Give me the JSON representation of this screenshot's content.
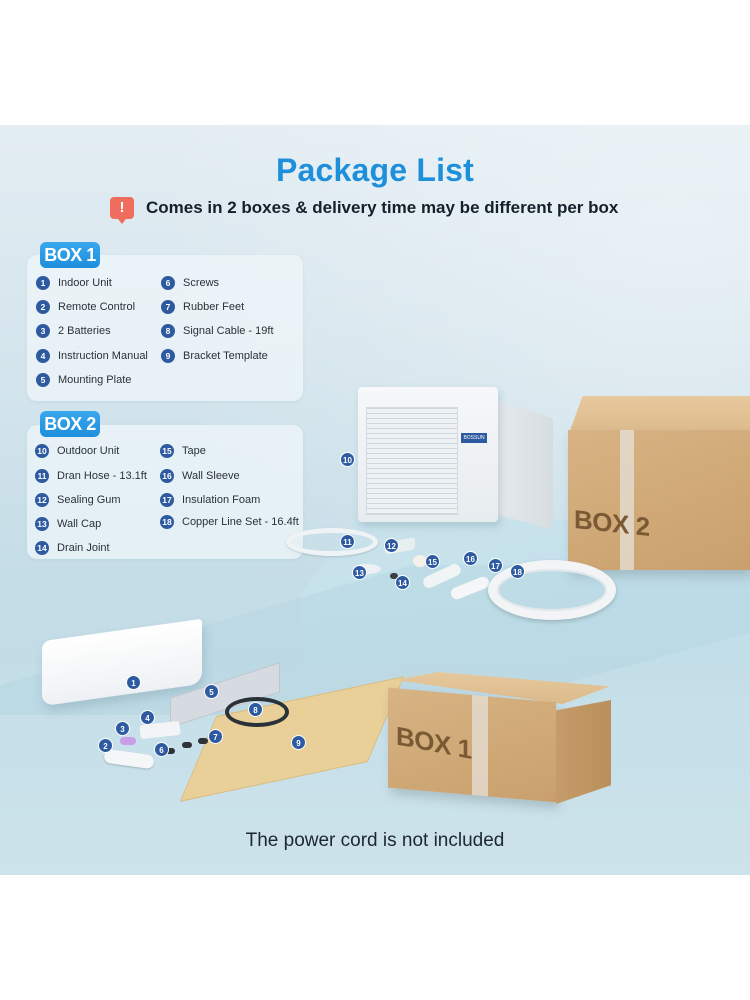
{
  "header": {
    "title": "Package List",
    "notice_icon": "alert-exclamation-icon",
    "notice_text": "Comes in 2 boxes & delivery time may be different per box"
  },
  "box1": {
    "label": "BOX 1",
    "items": [
      {
        "num": "1",
        "label": "Indoor Unit"
      },
      {
        "num": "2",
        "label": "Remote Control"
      },
      {
        "num": "3",
        "label": "2 Batteries"
      },
      {
        "num": "4",
        "label": "Instruction Manual"
      },
      {
        "num": "5",
        "label": "Mounting Plate"
      },
      {
        "num": "6",
        "label": "Screws"
      },
      {
        "num": "7",
        "label": "Rubber Feet"
      },
      {
        "num": "8",
        "label": "Signal Cable - 19ft"
      },
      {
        "num": "9",
        "label": "Bracket Template"
      }
    ]
  },
  "box2": {
    "label": "BOX 2",
    "items": [
      {
        "num": "10",
        "label": "Outdoor Unit"
      },
      {
        "num": "11",
        "label": "Dran Hose - 13.1ft"
      },
      {
        "num": "12",
        "label": "Sealing Gum"
      },
      {
        "num": "13",
        "label": "Wall Cap"
      },
      {
        "num": "14",
        "label": "Drain Joint"
      },
      {
        "num": "15",
        "label": "Tape"
      },
      {
        "num": "16",
        "label": "Wall Sleeve"
      },
      {
        "num": "17",
        "label": "Insulation Foam"
      },
      {
        "num": "18",
        "label": "Copper Line Set - 16.4ft"
      }
    ]
  },
  "illustration": {
    "carton1_label": "BOX 1",
    "carton2_label": "BOX 2",
    "brand_plate": "BOSSUN",
    "callouts": [
      "1",
      "2",
      "3",
      "4",
      "5",
      "6",
      "7",
      "8",
      "9",
      "10",
      "11",
      "12",
      "13",
      "14",
      "15",
      "16",
      "17",
      "18"
    ]
  },
  "footer": {
    "note": "The power cord is not included"
  },
  "colors": {
    "title_blue": "#1e90db",
    "badge_blue": "#2a9be6",
    "number_circle": "#2d5aa0",
    "alert_red": "#ef6d5e",
    "carton": "#d3ab78"
  }
}
